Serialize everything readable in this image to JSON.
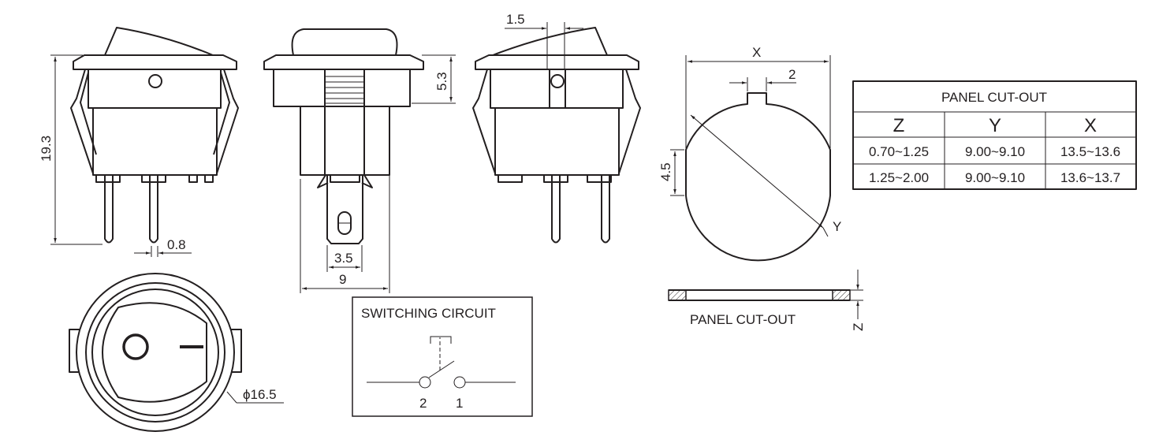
{
  "dimensions": {
    "height": "19.3",
    "pin_width": "0.8",
    "flange_height": "5.3",
    "terminal_width": "3.5",
    "body_width": "9",
    "offset": "1.5",
    "diameter": "ϕ16.5",
    "cutout_x": "X",
    "cutout_key": "2",
    "cutout_flat": "4.5",
    "cutout_y": "Y",
    "panel_z": "Z"
  },
  "panel_section_label": "PANEL CUT-OUT",
  "circuit": {
    "title": "SWITCHING CIRCUIT",
    "terminal_left": "2",
    "terminal_right": "1"
  },
  "table": {
    "title": "PANEL CUT-OUT",
    "headers": [
      "Z",
      "Y",
      "X"
    ],
    "rows": [
      [
        "0.70~1.25",
        "9.00~9.10",
        "13.5~13.6"
      ],
      [
        "1.25~2.00",
        "9.00~9.10",
        "13.6~13.7"
      ]
    ]
  }
}
